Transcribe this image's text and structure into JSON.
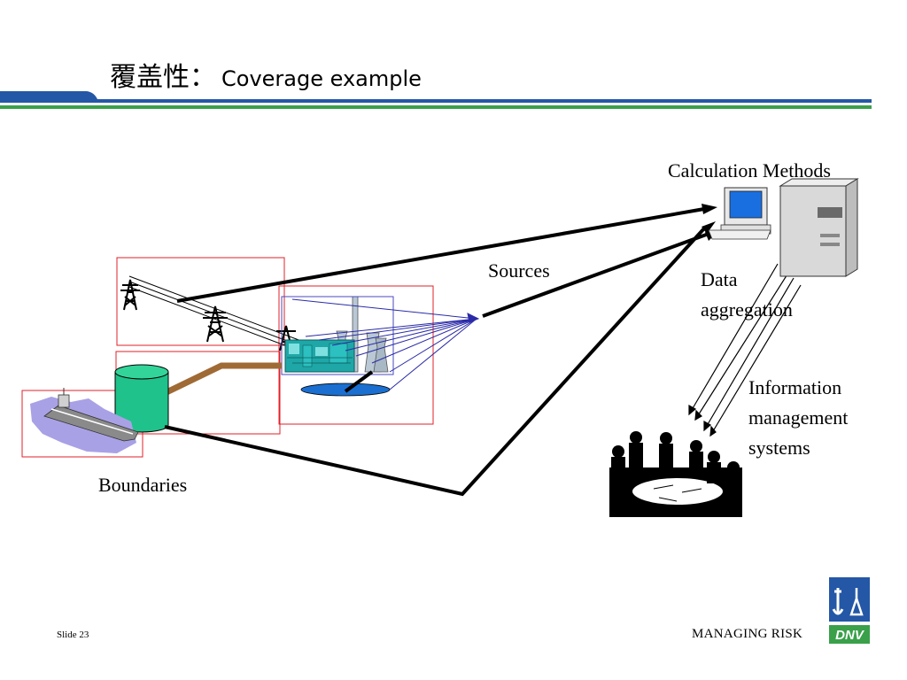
{
  "slide": {
    "title_cjk": "覆盖性：",
    "title_latin": "Coverage example",
    "footer_slide": "Slide 23",
    "footer_tagline": "MANAGING RISK",
    "logo_text": "DNV"
  },
  "diagram": {
    "labels": {
      "calculation_methods": "Calculation Methods",
      "sources": "Sources",
      "data_aggregation": [
        "Data",
        "aggregation"
      ],
      "information_management": [
        "Information",
        "management",
        "systems"
      ],
      "boundaries": "Boundaries"
    }
  },
  "colors": {
    "header_blue": "#2457a6",
    "header_green": "#3aa04a",
    "boundary_red": "#e0202a",
    "source_blue": "#2a2aa8",
    "pipe_brown": "#a06a35",
    "tank_green": "#1fc28a"
  }
}
